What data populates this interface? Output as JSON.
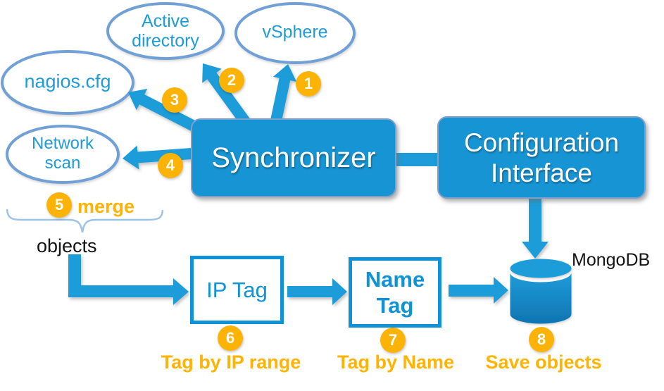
{
  "ellipses": {
    "active_directory": {
      "line1": "Active",
      "line2": "directory"
    },
    "vsphere": {
      "label": "vSphere"
    },
    "nagios": {
      "label": "nagios.cfg"
    },
    "network_scan": {
      "line1": "Network",
      "line2": "scan"
    }
  },
  "boxes": {
    "synchronizer": {
      "label": "Synchronizer"
    },
    "configuration_interface": {
      "line1": "Configuration",
      "line2": "Interface"
    }
  },
  "pipeline": {
    "objects_label": "objects",
    "ip_tag": {
      "label": "IP Tag"
    },
    "name_tag": {
      "line1": "Name",
      "line2": "Tag"
    },
    "mongodb_label": "MongoDB"
  },
  "steps": {
    "s1": {
      "number": "1"
    },
    "s2": {
      "number": "2"
    },
    "s3": {
      "number": "3"
    },
    "s4": {
      "number": "4"
    },
    "s5": {
      "number": "5",
      "caption": "merge"
    },
    "s6": {
      "number": "6",
      "caption": "Tag by IP range"
    },
    "s7": {
      "number": "7",
      "caption": "Tag by Name"
    },
    "s8": {
      "number": "8",
      "caption": "Save objects"
    }
  },
  "colors": {
    "box_blue": "#1794D4",
    "arrow_blue": "#1E9CD9",
    "tag_box_blue": "#0F93D6",
    "ellipse_stroke": "#6FA0D6",
    "ellipse_text": "#1E9CD8",
    "badge_gold": "#FCB306",
    "caption_gold": "#FFB302",
    "cylinder_top": "#1E9CD9",
    "cylinder_bottom": "#0F74B2"
  }
}
